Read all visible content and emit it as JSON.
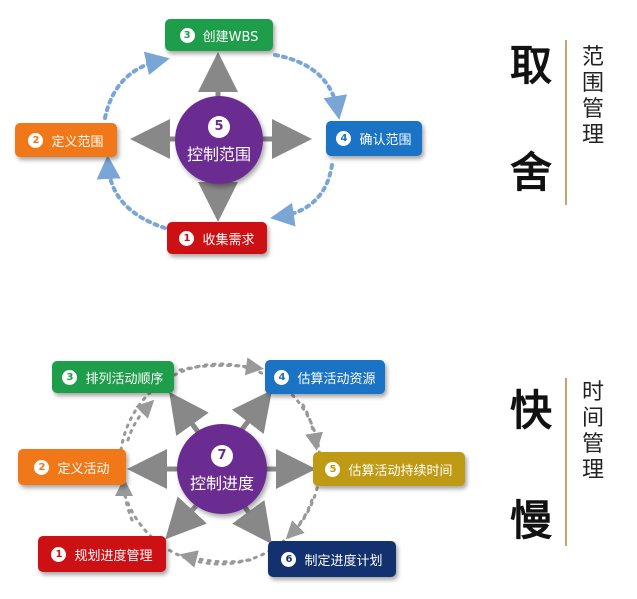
{
  "scope": {
    "center": {
      "num": "5",
      "title": "控制范围",
      "color": "#6b2c91"
    },
    "boxes": [
      {
        "num": "3",
        "label": "创建WBS",
        "color": "#1e9e4a"
      },
      {
        "num": "2",
        "label": "定义范围",
        "color": "#f07818"
      },
      {
        "num": "4",
        "label": "确认范围",
        "color": "#1a73c4"
      },
      {
        "num": "1",
        "label": "收集需求",
        "color": "#cc1014"
      }
    ],
    "side_big": [
      "取",
      "舍"
    ],
    "side_small": "范围管理"
  },
  "schedule": {
    "center": {
      "num": "7",
      "title": "控制进度",
      "color": "#6b2c91"
    },
    "boxes": [
      {
        "num": "3",
        "label": "排列活动顺序",
        "color": "#1e9e4a"
      },
      {
        "num": "4",
        "label": "估算活动资源",
        "color": "#1a73c4"
      },
      {
        "num": "2",
        "label": "定义活动",
        "color": "#f07818"
      },
      {
        "num": "5",
        "label": "估算活动持续时间",
        "color": "#bf9a14"
      },
      {
        "num": "1",
        "label": "规划进度管理",
        "color": "#cc1014"
      },
      {
        "num": "6",
        "label": "制定进度计划",
        "color": "#13316e"
      }
    ],
    "side_big": [
      "快",
      "慢"
    ],
    "side_small": "时间管理"
  }
}
